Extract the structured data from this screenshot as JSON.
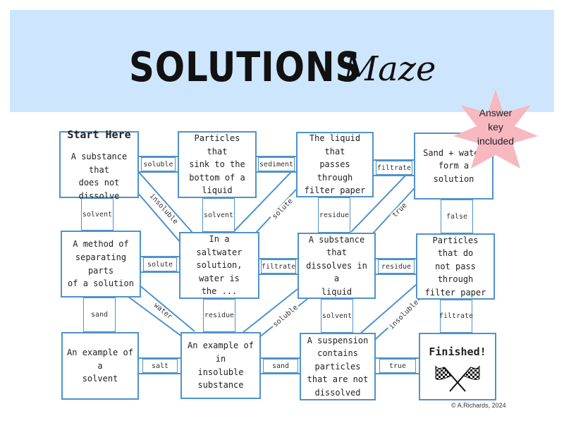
{
  "title": {
    "main": "SOLUTIONS",
    "script": "Maze"
  },
  "badge": {
    "lines": [
      "Answer",
      "key",
      "included"
    ]
  },
  "boxes": {
    "b11": {
      "head": "Start Here",
      "text": [
        "A substance that",
        "does not dissolve"
      ]
    },
    "b12": {
      "text": [
        "Particles that",
        "sink to the",
        "bottom of a",
        "liquid"
      ]
    },
    "b13": {
      "text": [
        "The liquid that",
        "passes through",
        "filter paper"
      ]
    },
    "b14": {
      "text": [
        "Sand + water",
        "form a solution"
      ]
    },
    "b21": {
      "text": [
        "A method of",
        "separating parts",
        "of a solution"
      ]
    },
    "b22": {
      "text": [
        "In a saltwater",
        "solution, water is",
        "the ..."
      ]
    },
    "b23": {
      "text": [
        "A substance that",
        "dissolves in a",
        "liquid"
      ]
    },
    "b24": {
      "text": [
        "Particles that do",
        "not pass through",
        "filter paper"
      ]
    },
    "b31": {
      "text": [
        "An example of a",
        "solvent"
      ]
    },
    "b32": {
      "text": [
        "An example of in",
        "insoluble",
        "substance"
      ]
    },
    "b33": {
      "text": [
        "A suspension",
        "contains particles",
        "that are not",
        "dissolved"
      ]
    },
    "b34": {
      "head": "Finished!"
    }
  },
  "labels": {
    "h11": "soluble",
    "h12": "sediment",
    "h13": "filtrate",
    "h21": "solute",
    "h22": "filtrate",
    "h23": "residue",
    "h31": "salt",
    "h32": "sand",
    "h33": "true",
    "v11": "solvent",
    "v12": "solvent",
    "v13": "residue",
    "v14": "false",
    "v21": "sand",
    "v22": "residue",
    "v23": "solvent",
    "v24": "filtrate",
    "d1": "insoluble",
    "d2": "solute",
    "d3": "true",
    "d4": "water",
    "d5": "soluble",
    "d6": "insoluble"
  },
  "copyright": "© A.Richards, 2024",
  "colors": {
    "banner": "#cde6fd",
    "box_border": "#4f92cc",
    "badge": "#f7b8c0"
  },
  "icons": [
    "checkered-flags-icon"
  ]
}
